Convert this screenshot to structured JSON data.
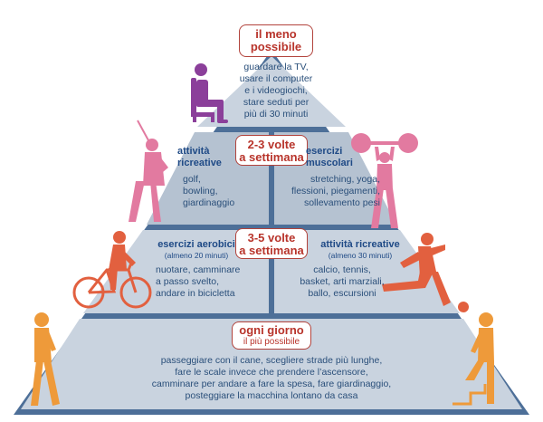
{
  "colors": {
    "pyramid_light": "#c9d3df",
    "pyramid_mid": "#a9b8c9",
    "pyramid_dark": "#4d6f98",
    "text_blue": "#2a4f7a",
    "badge_red": "#b8342b",
    "purple": "#8b3f9a",
    "pink": "#e27aa0",
    "orange_red": "#e2603f",
    "orange": "#ee9a3a"
  },
  "levels": {
    "top": {
      "badge": "il meno\npossibile",
      "text": "guardare la TV,\nusare il computer\ne i videogiochi,\nstare seduti per\npiù di 30 minuti",
      "icon": "sitting-person-icon"
    },
    "second": {
      "badge": "2-3 volte\na settimana",
      "left": {
        "title": "attività\nricreative",
        "text": "golf,\nbowling,\ngiardinaggio",
        "icon": "golfer-icon"
      },
      "right": {
        "title": "esercizi\nmuscolari",
        "text": "stretching, yoga,\nflessioni, piegamenti,\nsollevamento pesi",
        "icon": "weightlifter-icon"
      }
    },
    "third": {
      "badge": "3-5 volte\na settimana",
      "left": {
        "title": "esercizi aerobici",
        "subtitle": "(almeno 20 minuti)",
        "text": "nuotare, camminare\na passo svelto,\nandare in bicicletta",
        "icon": "cyclist-icon"
      },
      "right": {
        "title": "attività ricreative",
        "subtitle": "(almeno 30 minuti)",
        "text": "calcio, tennis,\nbasket, arti marziali,\nballo, escursioni",
        "icon": "soccer-player-icon"
      }
    },
    "bottom": {
      "badge": "ogni giorno",
      "badge_sub": "il più possibile",
      "text": "passeggiare con il cane, scegliere strade più lunghe,\nfare le scale invece che prendere l’ascensore,\ncamminare per andare a fare la spesa, fare giardinaggio,\nposteggiare la macchina lontano da casa",
      "icons": [
        "walking-person-icon",
        "stair-climber-icon"
      ]
    }
  }
}
